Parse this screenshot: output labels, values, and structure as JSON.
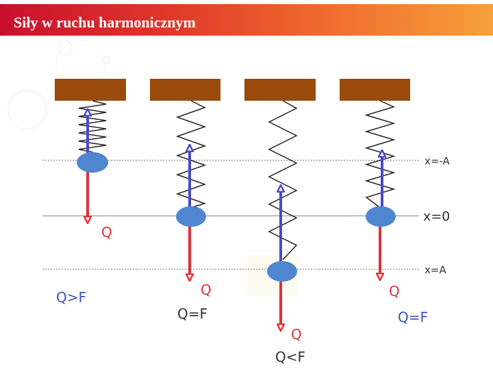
{
  "header": {
    "title": "Siły w ruchu harmonicznym"
  },
  "levels": {
    "top": "x=-A",
    "middle": "x=0",
    "bottom": "x=A"
  },
  "panels": [
    {
      "force_label": "Q",
      "relation": "Q>F"
    },
    {
      "force_label": "Q",
      "relation": "Q=F"
    },
    {
      "force_label": "Q",
      "relation": "Q<F"
    },
    {
      "force_label": "Q",
      "relation": "Q=F"
    }
  ],
  "colors": {
    "ceiling": "#9a4a0a",
    "mass": "#4f86d0",
    "gravity_arrow": "#e0303a",
    "spring_arrow": "#4a48c8",
    "label_red": "#e0303a",
    "label_blue": "#3a52b8",
    "label_dark": "#333333"
  }
}
